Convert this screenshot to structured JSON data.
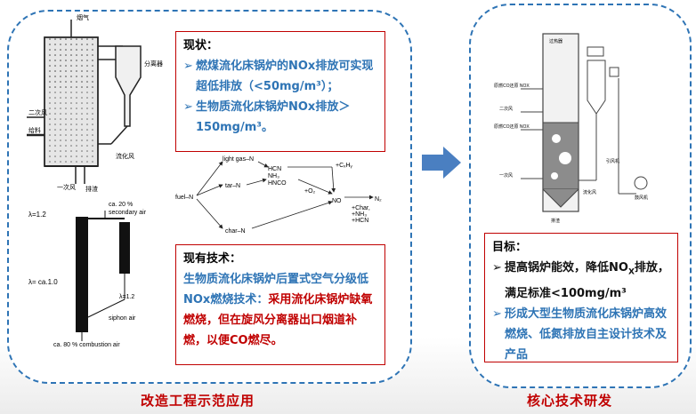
{
  "left_panel": {
    "caption": "改造工程示范应用",
    "furnace_labels": {
      "top": "烟气",
      "separator": "分离器",
      "secondary_air": "二次风",
      "feed": "给料",
      "fluidizing_air": "流化风",
      "primary_air": "一次风",
      "slag": "排渣"
    },
    "status_box": {
      "title": "现状：",
      "bullet1": "燃煤流化床锅炉的NOx排放可实现超低排放（<50mg/m³）；",
      "bullet2": "生物质流化床锅炉NOx排放＞150mg/m³。"
    },
    "chemistry": {
      "fuel": "fuel–N",
      "light_gas": "light gas–N",
      "tar": "tar–N",
      "char": "char–N",
      "hcn_group": [
        "HCN",
        "NH₃",
        "HNCO"
      ],
      "o2": "+O₂",
      "no": "NO",
      "n2": "N₂",
      "cxhy": "+CₓHᵧ",
      "reductants": [
        "+Char,",
        "+NH₃",
        "+HCN"
      ]
    },
    "staging": {
      "lambda_top": "λ=1.2",
      "secondary": "ca. 20 %",
      "secondary_air": "secondary air",
      "lambda_mid": "λ= ca.1.0",
      "lambda_right": "λ=1.2",
      "siphon": "siphon air",
      "combustion": "ca. 80 % combustion air"
    },
    "tech_box": {
      "title": "现有技术：",
      "line_blue": "生物质流化床锅炉后置式空气分级低NOx燃烧技术：",
      "line_red": "采用流化床锅炉缺氧燃烧，但在旋风分离器出口烟道补燃，以便CO燃尽。"
    }
  },
  "right_panel": {
    "caption": "核心技术研发",
    "boiler_labels": {
      "furnace": "过热器",
      "no_zone": "原燃CO还原 NOX",
      "secondary": "二次风",
      "co_zone": "原燃CO还原 NOX",
      "primary": "一次风",
      "fan": "引风机",
      "blower": "鼓风机",
      "slag": "排渣",
      "fluid": "流化风"
    },
    "goal_box": {
      "title": "目标：",
      "bullet1_a": "提高锅炉能效，降低NO",
      "bullet1_sub": "X",
      "bullet1_b": "排放，满足标准<100mg/m³",
      "bullet2": "形成大型生物质流化床锅炉高效燃烧、低氮排放自主设计技术及产品"
    }
  },
  "colors": {
    "accent_blue": "#2e74b5",
    "accent_red": "#c00000",
    "arrow": "#4a7fc1"
  }
}
